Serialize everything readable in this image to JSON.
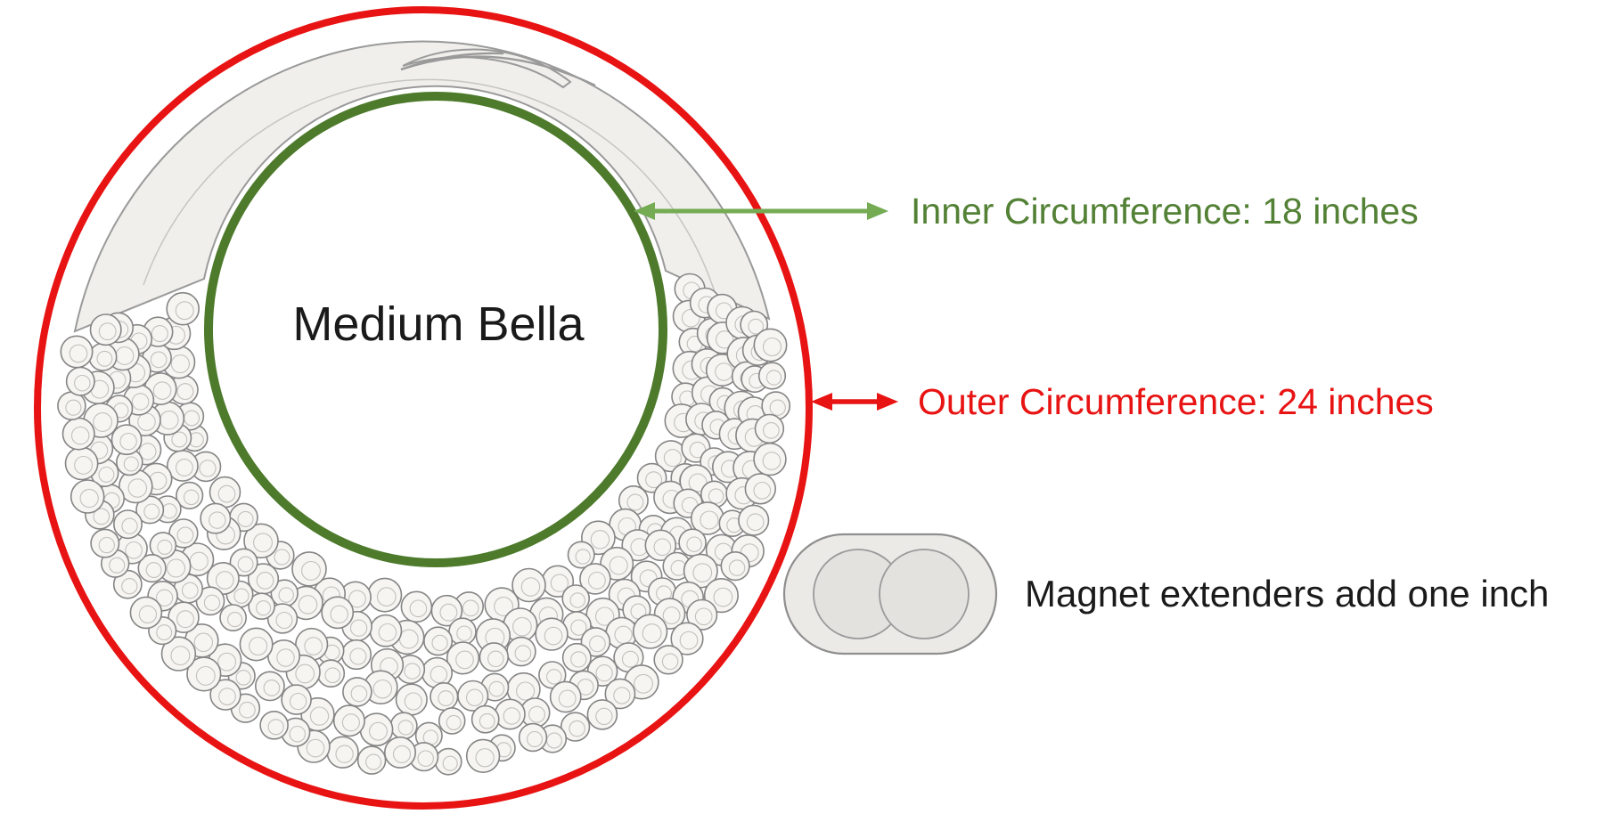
{
  "diagram": {
    "product_name": "Medium Bella",
    "inner": {
      "label": "Inner Circumference: 18 inches",
      "inches": 18
    },
    "outer": {
      "label": "Outer Circumference: 24 inches",
      "inches": 24
    },
    "magnet": {
      "label": "Magnet extenders add one inch",
      "adds_inches": 1
    }
  },
  "colors": {
    "green_circle": "#4d7a2b",
    "green_text": "#538135",
    "green_arrow": "#74ab53",
    "red": "#e81313",
    "ink": "#1a1a1a"
  }
}
